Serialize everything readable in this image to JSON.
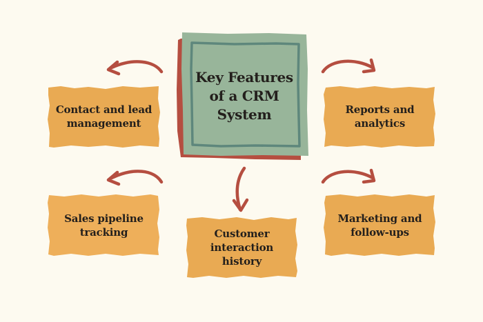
{
  "colors": {
    "background": "#fdfaf0",
    "center_fill": "#98b59a",
    "center_border": "#5e877c",
    "center_shadow": "#b54e40",
    "box_fill": "#e9aa53",
    "box_fill_light": "#eeaf5a",
    "arrow": "#b54e40",
    "text": "#231f1c"
  },
  "center": {
    "title": "Key Features\nof a CRM\nSystem"
  },
  "features": [
    {
      "id": "contact-lead",
      "label": "Contact and lead\nmanagement",
      "arrow": "curve-left"
    },
    {
      "id": "reports",
      "label": "Reports and\nanalytics",
      "arrow": "curve-right"
    },
    {
      "id": "sales-pipeline",
      "label": "Sales pipeline\ntracking",
      "arrow": "curve-left"
    },
    {
      "id": "marketing",
      "label": "Marketing and\nfollow-ups",
      "arrow": "curve-right"
    },
    {
      "id": "customer-history",
      "label": "Customer\ninteraction\nhistory",
      "arrow": "down"
    }
  ]
}
